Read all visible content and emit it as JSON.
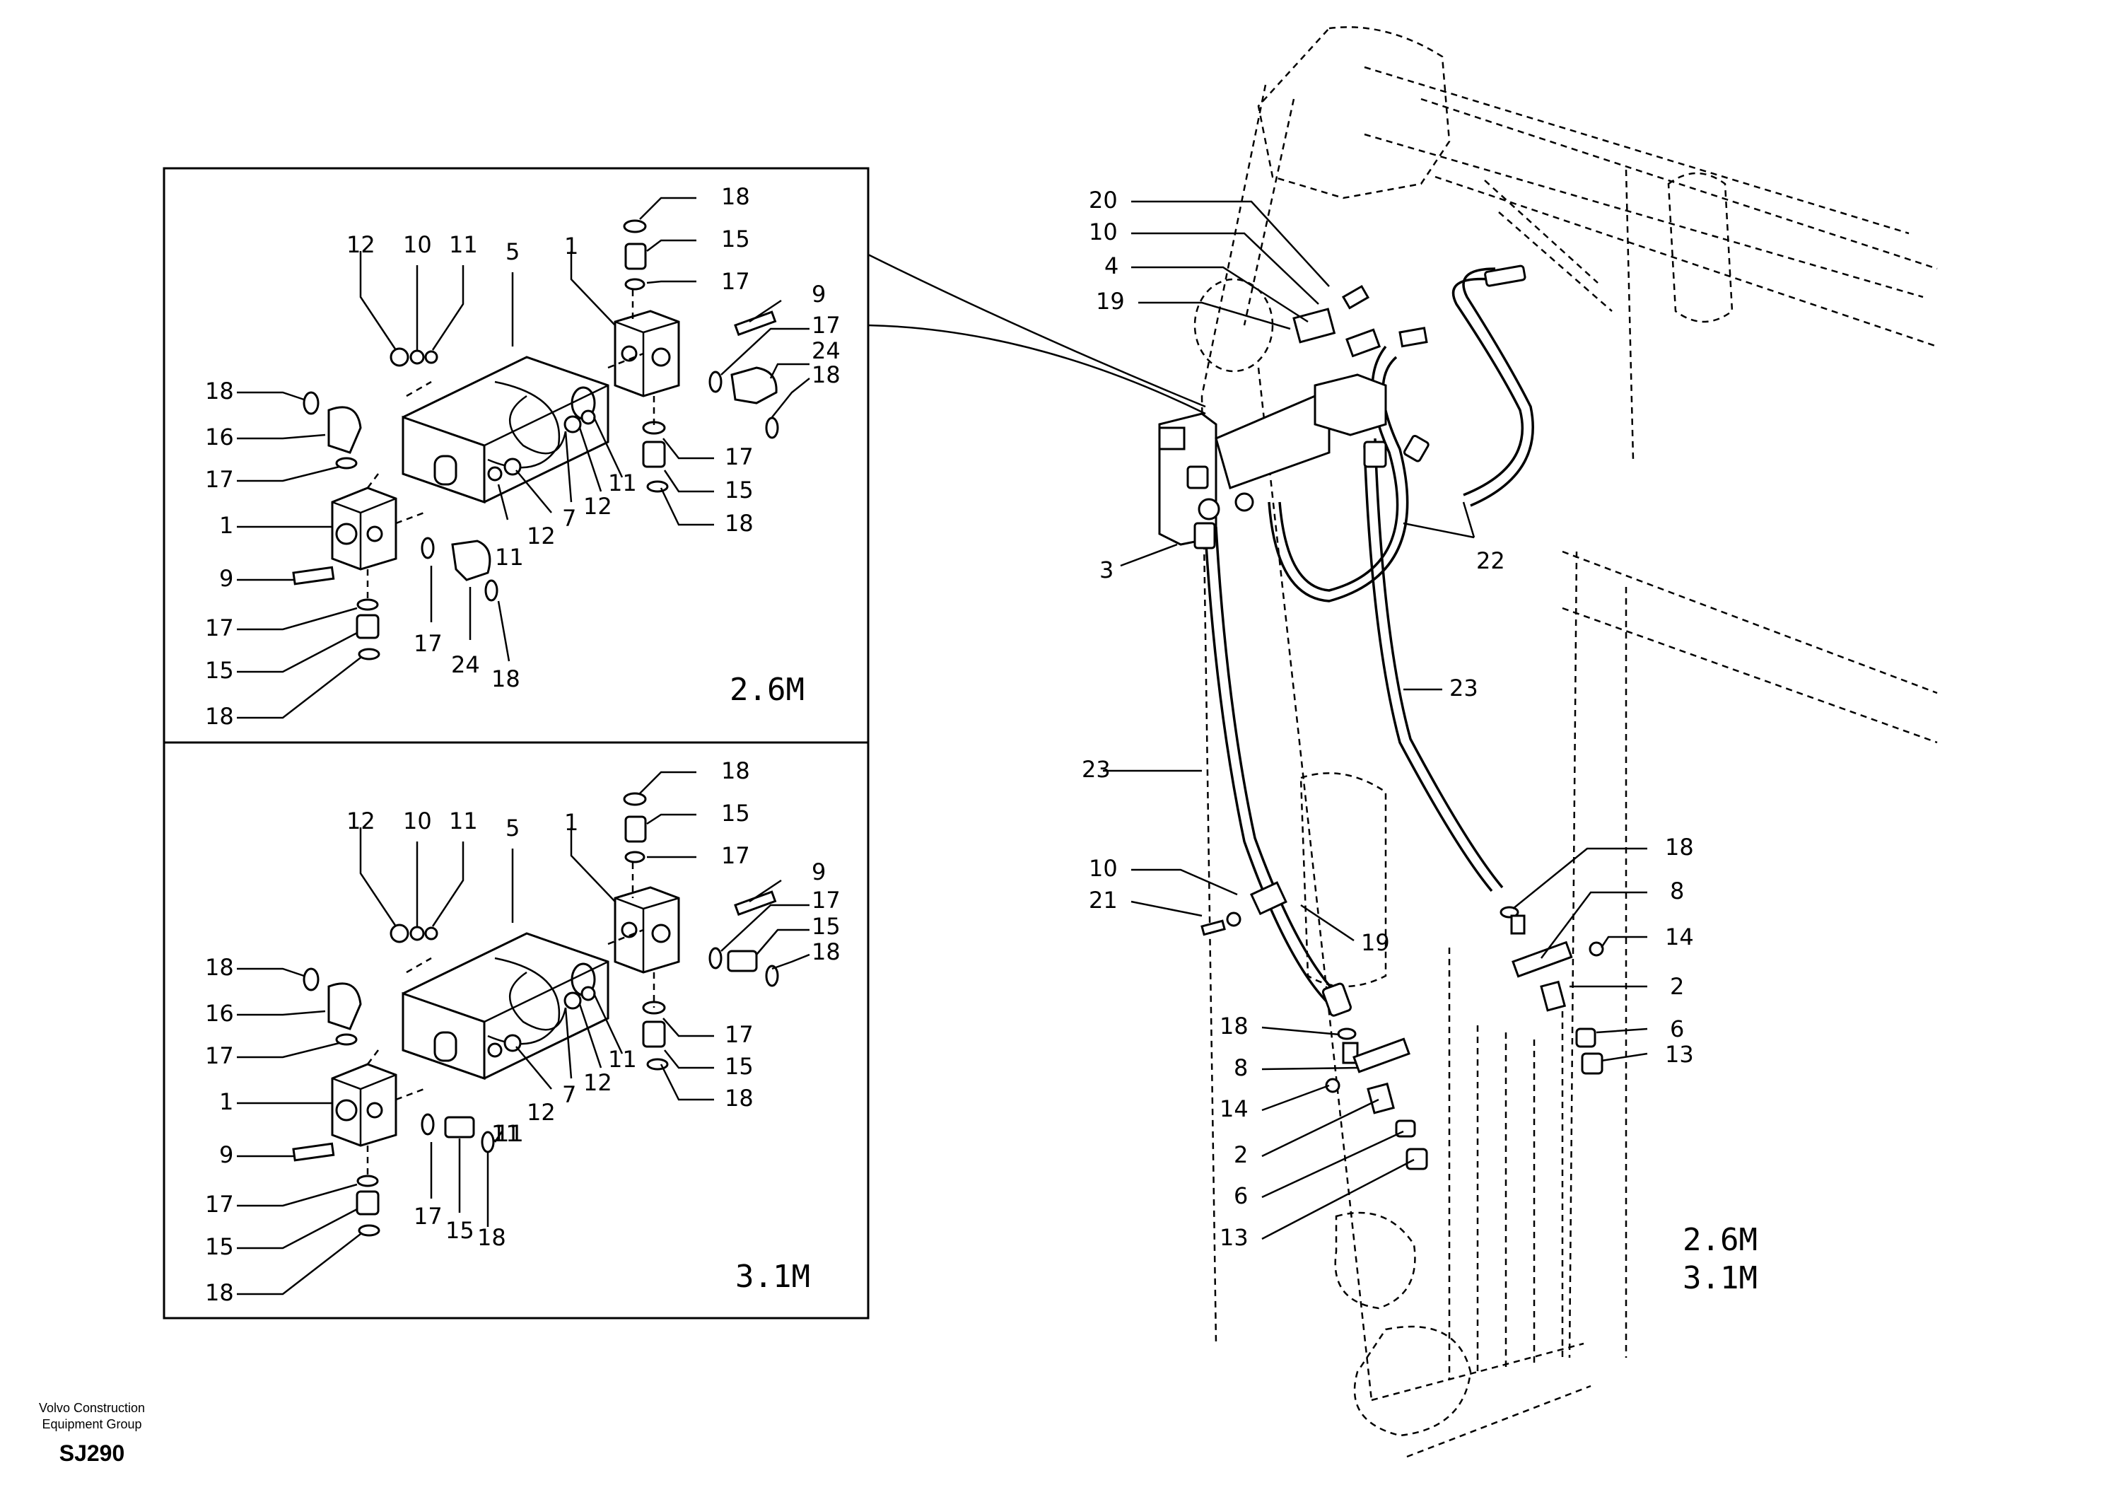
{
  "detail_top": {
    "variant_label": "2.6M",
    "callouts": {
      "c12": "12",
      "c10": "10",
      "c11": "11",
      "c5": "5",
      "c1": "1",
      "c18a": "18",
      "c15a": "15",
      "c17a": "17",
      "c9a": "9",
      "c17b": "17",
      "c24a": "24",
      "c18b": "18",
      "c18c": "18",
      "c16": "16",
      "c17c": "17",
      "c1b": "1",
      "c9b": "9",
      "c11b": "11",
      "c12b": "12",
      "c7": "7",
      "c12c": "12",
      "c11c": "11",
      "c17d": "17",
      "c15b": "15",
      "c18d": "18",
      "c17e": "17",
      "c15c": "15",
      "c18e": "18",
      "c17f": "17",
      "c24b": "24",
      "c18f": "18"
    }
  },
  "detail_bottom": {
    "variant_label": "3.1M",
    "callouts": {
      "c12": "12",
      "c10": "10",
      "c11": "11",
      "c5": "5",
      "c1": "1",
      "c18a": "18",
      "c15a": "15",
      "c17a": "17",
      "c9a": "9",
      "c17b": "17",
      "c15r": "15",
      "c18b": "18",
      "c18c": "18",
      "c16": "16",
      "c17c": "17",
      "c1b": "1",
      "c9b": "9",
      "c11b": "11",
      "c12b": "12",
      "c7": "7",
      "c12c": "12",
      "c11c": "11",
      "c17d": "17",
      "c15b": "15",
      "c18d": "18",
      "c17e": "17",
      "c15c": "15",
      "c18e": "18",
      "c17f": "17",
      "c15d": "15",
      "c18f": "18",
      "c11d": "11"
    }
  },
  "main": {
    "variant_labels": [
      "2.6M",
      "3.1M"
    ],
    "callouts": {
      "c20": "20",
      "c10": "10",
      "c4": "4",
      "c19": "19",
      "c3": "3",
      "c22": "22",
      "c23a": "23",
      "c23b": "23",
      "c10b": "10",
      "c21": "21",
      "c19b": "19",
      "c18a": "18",
      "c8a": "8",
      "c14a": "14",
      "c2a": "2",
      "c6a": "6",
      "c13a": "13",
      "c18b": "18",
      "c8b": "8",
      "c14b": "14",
      "c2b": "2",
      "c6b": "6",
      "c13b": "13"
    }
  },
  "footer": {
    "company_line1": "Volvo Construction",
    "company_line2": "Equipment Group",
    "code": "SJ290"
  }
}
